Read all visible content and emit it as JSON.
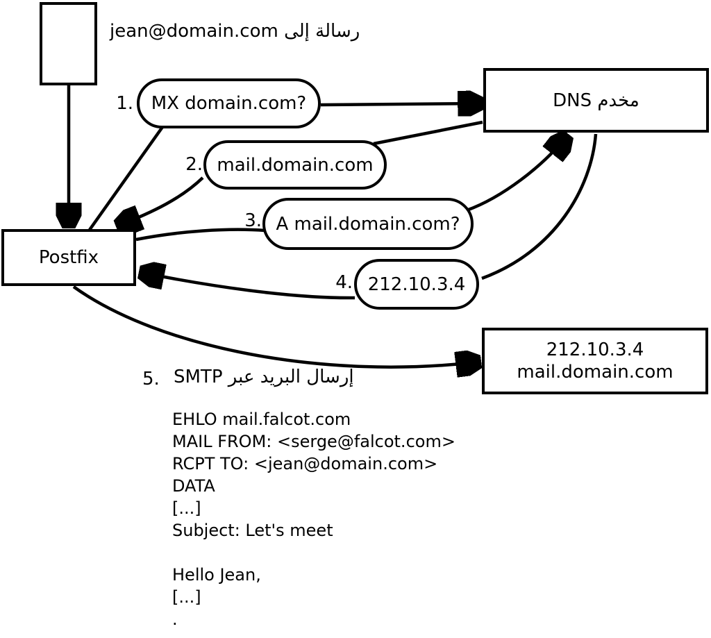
{
  "diagram": {
    "title_label": "رسالة إلى jean@domain.com",
    "nodes": {
      "postfix": {
        "label": "Postfix"
      },
      "dns": {
        "label": "مخدم DNS"
      },
      "mail_server": {
        "line1": "212.10.3.4",
        "line2": "mail.domain.com"
      }
    },
    "steps": [
      {
        "number": "1.",
        "label": "MX domain.com?"
      },
      {
        "number": "2.",
        "label": "mail.domain.com"
      },
      {
        "number": "3.",
        "label": "A mail.domain.com?"
      },
      {
        "number": "4.",
        "label": "212.10.3.4"
      },
      {
        "number": "5.",
        "label": "إرسال البريد عبر SMTP"
      }
    ],
    "smtp_session": [
      "EHLO mail.falcot.com",
      "MAIL FROM: <serge@falcot.com>",
      "RCPT TO: <jean@domain.com>",
      "DATA",
      "[...]",
      "Subject: Let's meet",
      "",
      "Hello Jean,",
      "[...]",
      "."
    ],
    "colors": {
      "ink": "#000000",
      "background": "#ffffff"
    }
  }
}
